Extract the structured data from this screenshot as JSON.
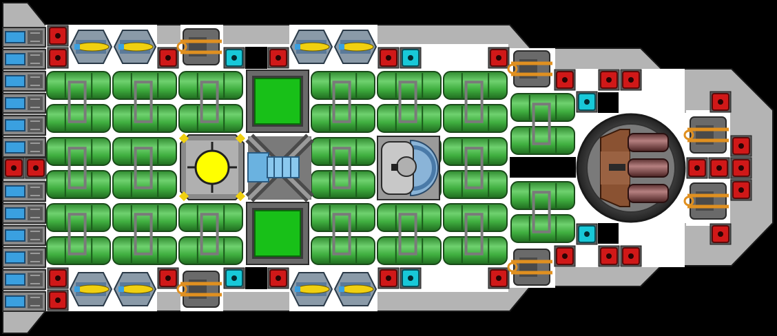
{
  "game": {
    "view": "ship-editor-top-down",
    "title": ""
  },
  "colors": {
    "background": "#000000",
    "hull": "#b4b4b4",
    "hull_outline": "#1a1a1a",
    "interior_floor": "#ffffff",
    "fuel_tank": "#3fae3f",
    "fuel_tank_dark": "#237a23",
    "fuel_tank_light": "#6fd16f",
    "pipe": "#8d8d8d",
    "thruster_blue": "#3aa0e0",
    "cannon_red": "#d01818",
    "shield_cyan": "#18c8d8",
    "reactor_yellow": "#ffff00",
    "cargo_green": "#18c018",
    "missile_yellow": "#f0d010",
    "turret_brown": "#8a5232"
  },
  "legend": {
    "modules": [
      {
        "type": "thruster",
        "icon": "thruster-icon"
      },
      {
        "type": "small-cannon",
        "icon": "red-cannon-icon"
      },
      {
        "type": "shield-emitter",
        "icon": "cyan-shield-icon"
      },
      {
        "type": "missile-launcher",
        "icon": "missile-icon"
      },
      {
        "type": "railgun",
        "icon": "railgun-icon"
      },
      {
        "type": "fuel-tank",
        "icon": "fuel-tank-icon"
      },
      {
        "type": "reactor",
        "icon": "reactor-icon"
      },
      {
        "type": "cargo-bay",
        "icon": "cargo-icon"
      },
      {
        "type": "engine-core",
        "icon": "engine-icon"
      },
      {
        "type": "capacitor",
        "icon": "capacitor-icon"
      },
      {
        "type": "heavy-turret",
        "icon": "turret-icon"
      }
    ]
  }
}
